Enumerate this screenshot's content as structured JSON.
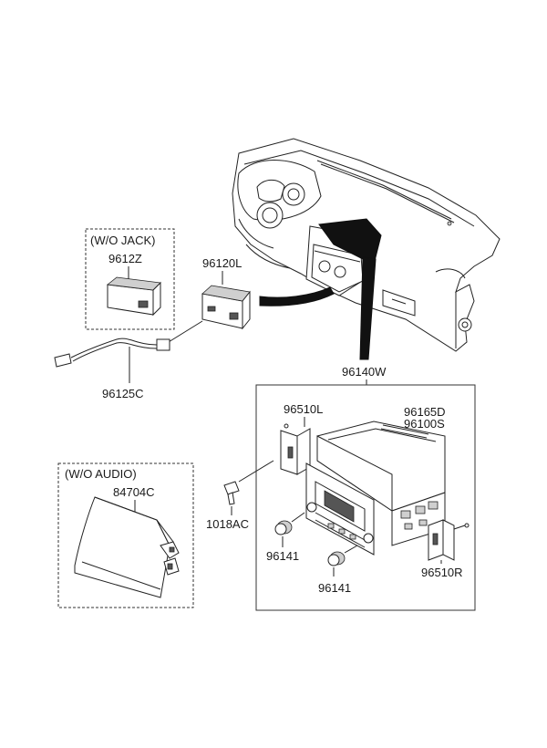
{
  "diagram": {
    "groups": {
      "wo_jack": "(W/O JACK)",
      "wo_audio": "(W/O AUDIO)"
    },
    "parts": {
      "p9612z": "9612Z",
      "p96120l": "96120L",
      "p96125c": "96125C",
      "p96140w": "96140W",
      "p96510l": "96510L",
      "p96165d": "96165D",
      "p96100s": "96100S",
      "p1018ac": "1018AC",
      "p96141a": "96141",
      "p96141b": "96141",
      "p96510r": "96510R",
      "p84704c": "84704C"
    }
  }
}
